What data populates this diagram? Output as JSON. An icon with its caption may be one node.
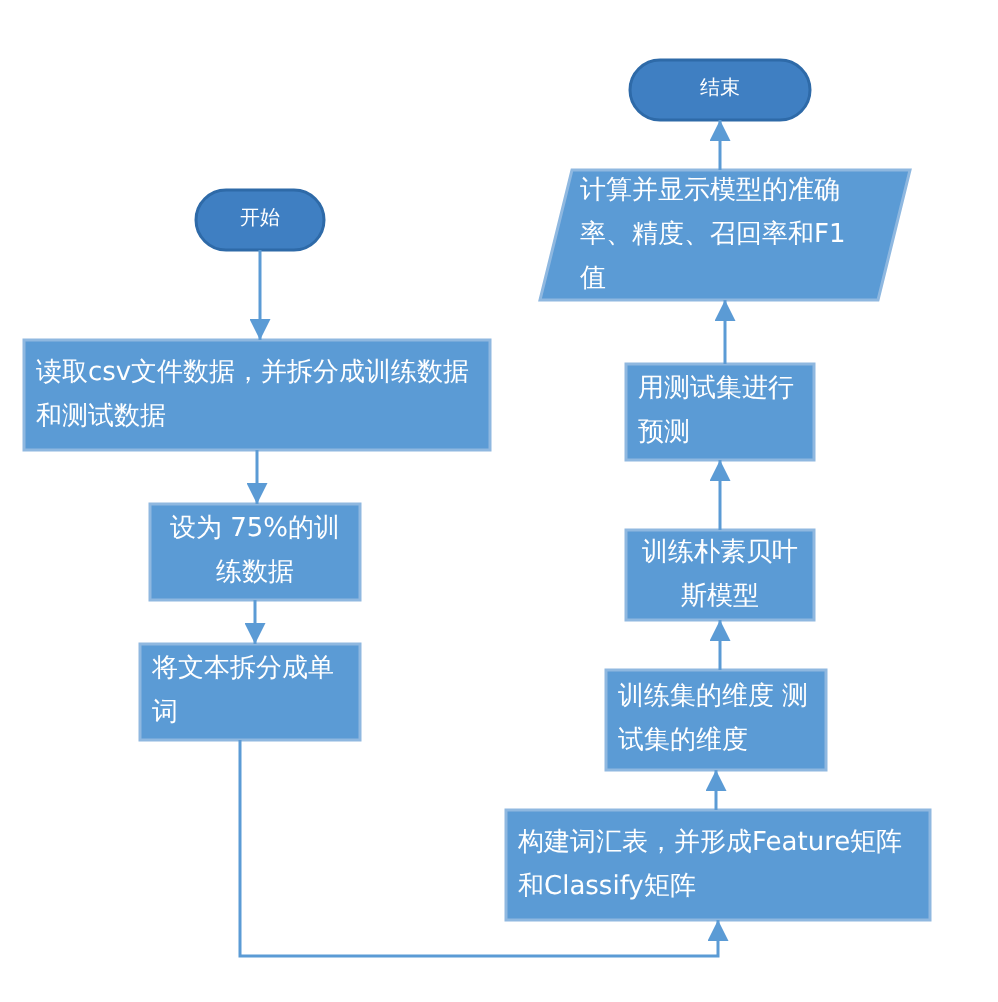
{
  "diagram": {
    "nodes": [
      {
        "text": [
          "开始"
        ]
      },
      {
        "text": [
          "读取csv文件数据，并拆分成训练数据和测试数据"
        ]
      },
      {
        "text": [
          "设为 75%的训练数据"
        ]
      },
      {
        "text": [
          "将文本拆分成单词"
        ]
      },
      {
        "text": [
          "构建词汇表，并形成Feature矩阵和Classify矩阵"
        ]
      },
      {
        "text": [
          "训练集的维度 测试集的维度"
        ]
      },
      {
        "text": [
          "训练朴素贝叶斯模型"
        ]
      },
      {
        "text": [
          "用测试集进行预测"
        ]
      },
      {
        "text": [
          "计算并显示模型的准确率、精度、召回率和F1值"
        ]
      },
      {
        "text": [
          "结束"
        ]
      }
    ],
    "edges": [
      {
        "from": 0,
        "to": 1,
        "arrow": "to"
      },
      {
        "from": 1,
        "to": 2,
        "arrow": "to"
      },
      {
        "from": 2,
        "to": 3,
        "arrow": "to"
      },
      {
        "from": 3,
        "to": 4,
        "arrow": "to"
      },
      {
        "from": 4,
        "to": 5,
        "arrow": "to"
      },
      {
        "from": 5,
        "to": 6,
        "arrow": "to"
      },
      {
        "from": 6,
        "to": 7,
        "arrow": "to"
      },
      {
        "from": 7,
        "to": 8,
        "arrow": "to"
      },
      {
        "from": 8,
        "to": 9,
        "arrow": "to"
      }
    ]
  }
}
